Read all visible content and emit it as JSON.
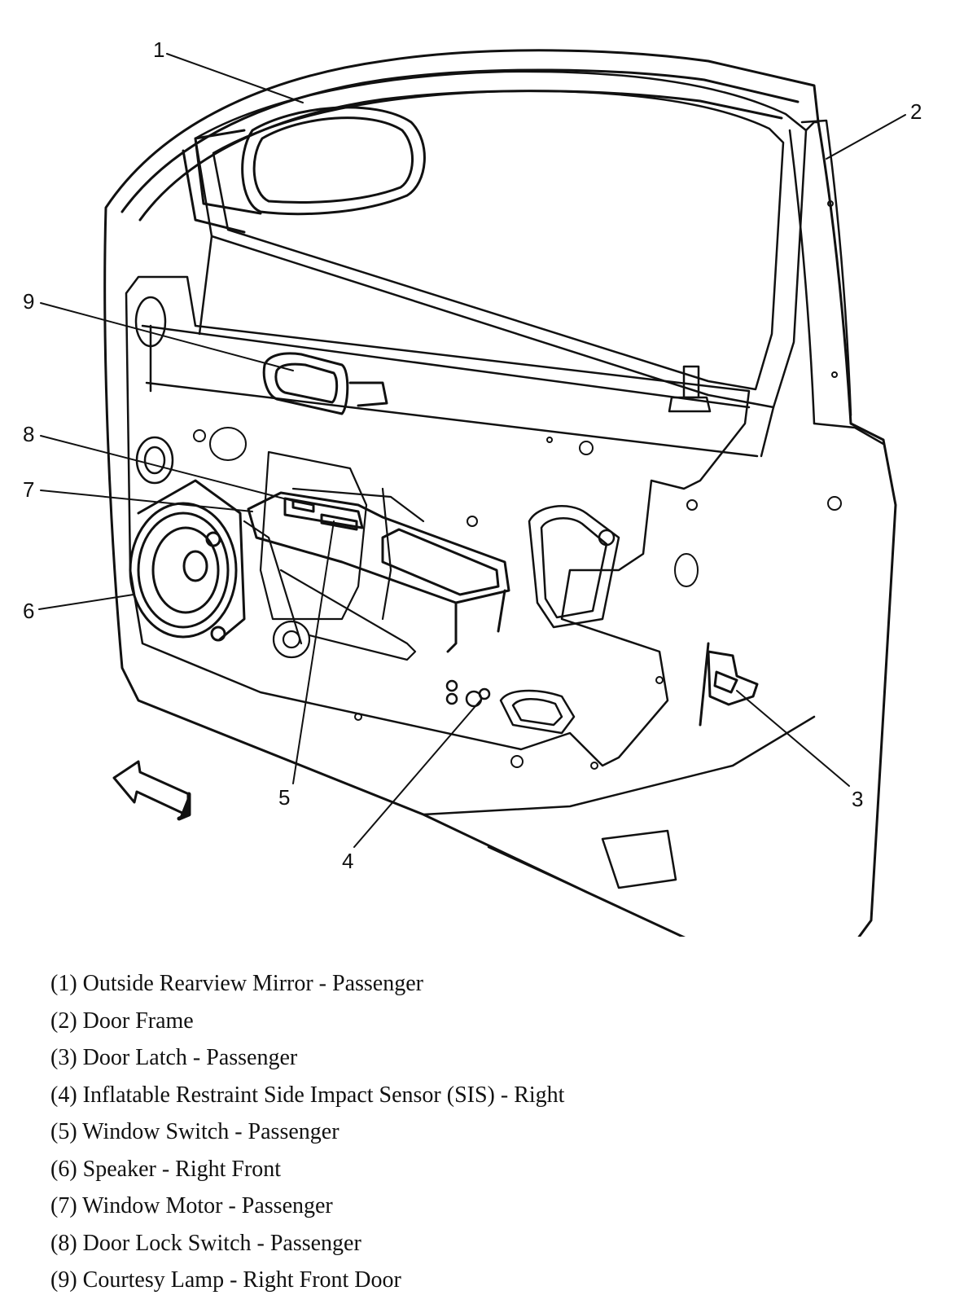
{
  "colors": {
    "line": "#111111",
    "background": "#ffffff"
  },
  "callouts": [
    "1",
    "2",
    "3",
    "4",
    "5",
    "6",
    "7",
    "8",
    "9"
  ],
  "legend": [
    "(1) Outside Rearview Mirror - Passenger",
    "(2) Door Frame",
    "(3) Door Latch - Passenger",
    "(4) Inflatable Restraint Side Impact Sensor (SIS) - Right",
    "(5) Window Switch - Passenger",
    "(6) Speaker - Right Front",
    "(7) Window Motor - Passenger",
    "(8) Door Lock Switch - Passenger",
    "(9) Courtesy Lamp - Right Front Door"
  ]
}
